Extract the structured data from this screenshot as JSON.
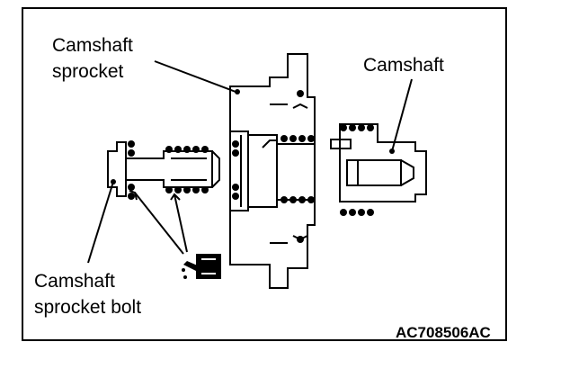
{
  "labels": {
    "camshaft_sprocket": "Camshaft\nsprocket",
    "camshaft": "Camshaft",
    "camshaft_sprocket_bolt": "Camshaft\nsprocket bolt"
  },
  "figure_code": "AC708506AC",
  "colors": {
    "line": "#000000",
    "background": "#ffffff"
  },
  "icons": [
    "oil-can-icon"
  ]
}
